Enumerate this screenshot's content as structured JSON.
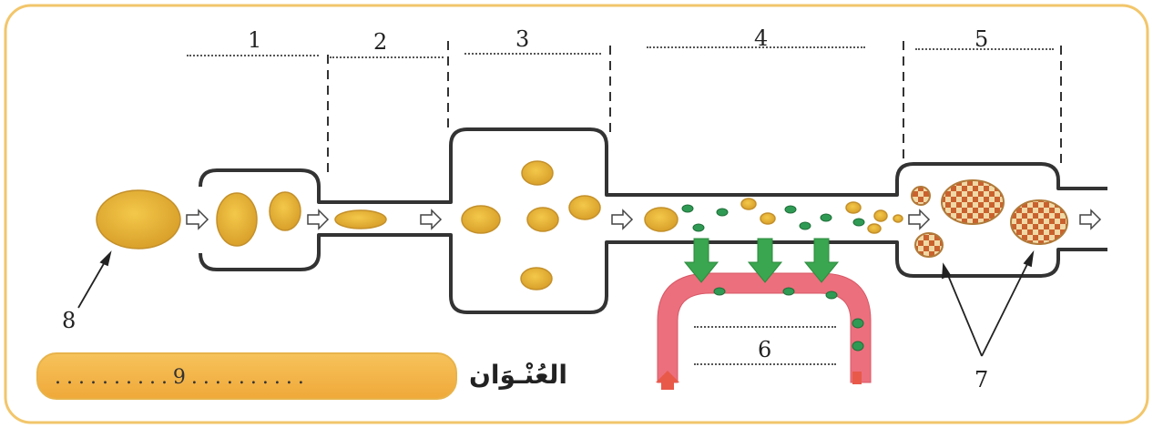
{
  "labels": {
    "n1": "1",
    "n2": "2",
    "n3": "3",
    "n4": "4",
    "n5": "5",
    "n6": "6",
    "n7": "7",
    "n8": "8",
    "n9": "9"
  },
  "title_box": {
    "dots_text": "..........9..........",
    "word": "العُنْـوَان"
  },
  "colors": {
    "frame_border": "#f2c66b",
    "food": "#e8b534",
    "food_edge": "#c4902a",
    "molecule": "#2f9a53",
    "blood": "#ec6f7d",
    "arrow_green": "#3aa64f",
    "tube": "#333333"
  }
}
